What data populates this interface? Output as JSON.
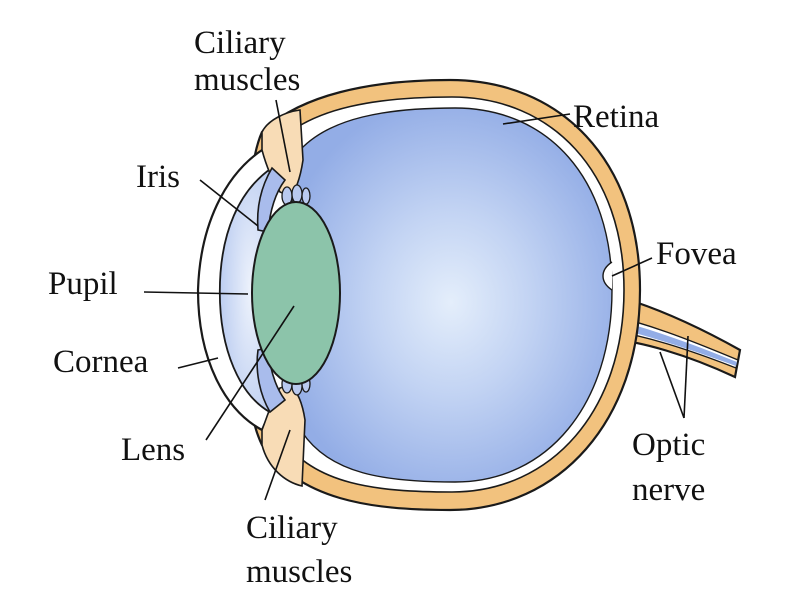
{
  "labels": {
    "ciliary_top_1": "Ciliary",
    "ciliary_top_2": "muscles",
    "retina": "Retina",
    "iris": "Iris",
    "fovea": "Fovea",
    "pupil": "Pupil",
    "cornea": "Cornea",
    "lens": "Lens",
    "optic_1": "Optic",
    "optic_2": "nerve",
    "ciliary_bottom_1": "Ciliary",
    "ciliary_bottom_2": "muscles"
  },
  "colors": {
    "sclera": "#f2c27e",
    "vitreous_center": "#dde8f8",
    "vitreous_edge": "#93ade6",
    "lens": "#8cc4aa",
    "ciliary": "#f8dcb6",
    "cornea": "#ffffff",
    "iris": "#a9bcec"
  }
}
